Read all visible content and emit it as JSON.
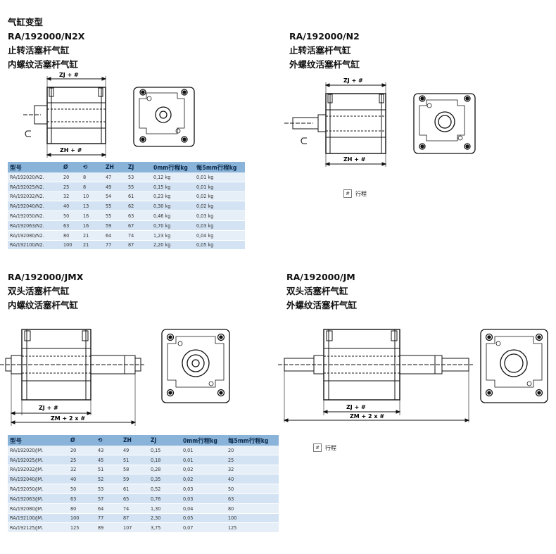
{
  "section1": {
    "title_lines": [
      "气缸变型",
      "RA/192000/N2X",
      "止转活塞杆气缸",
      "内螺纹活塞杆气缸"
    ],
    "dim_zj": "ZJ + #",
    "dim_zh": "ZH + #"
  },
  "section2": {
    "title_lines": [
      "RA/192000/N2",
      "止转活塞杆气缸",
      "外螺纹活塞杆气缸"
    ],
    "dim_zj": "ZJ + #",
    "dim_zh": "ZH + #",
    "legend_symbol": "#",
    "legend_text": "行程"
  },
  "section3": {
    "title_lines": [
      "RA/192000/JMX",
      "双头活塞杆气缸",
      "内螺纹活塞杆气缸"
    ],
    "dim_zj": "ZJ + #",
    "dim_zm": "ZM + 2 x #"
  },
  "section4": {
    "title_lines": [
      "RA/192000/JM",
      "双头活塞杆气缸",
      "外螺纹活塞杆气缸"
    ],
    "dim_zj": "ZJ + #",
    "dim_zm": "ZM + 2 x #",
    "legend_symbol": "#",
    "legend_text": "行程"
  },
  "table1": {
    "headers": [
      "型号",
      "Ø",
      "⟲",
      "ZH",
      "ZJ",
      "0mm行程kg",
      "每5mm行程kg"
    ],
    "rows": [
      [
        "RA/192020/N2.",
        "20",
        "8",
        "47",
        "53",
        "0,12 kg",
        "0,01 kg"
      ],
      [
        "RA/192025/N2.",
        "25",
        "8",
        "49",
        "55",
        "0,15 kg",
        "0,01 kg"
      ],
      [
        "RA/192032/N2.",
        "32",
        "10",
        "54",
        "61",
        "0,23 kg",
        "0,02 kg"
      ],
      [
        "RA/192040/N2.",
        "40",
        "13",
        "55",
        "62",
        "0,30 kg",
        "0,02 kg"
      ],
      [
        "RA/192050/N2.",
        "50",
        "16",
        "55",
        "63",
        "0,46 kg",
        "0,03 kg"
      ],
      [
        "RA/192063/N2.",
        "63",
        "16",
        "59",
        "67",
        "0,70 kg",
        "0,03 kg"
      ],
      [
        "RA/192080/N2.",
        "80",
        "21",
        "64",
        "74",
        "1,23 kg",
        "0,04 kg"
      ],
      [
        "RA/192100/N2.",
        "100",
        "21",
        "77",
        "87",
        "2,20 kg",
        "0,05 kg"
      ]
    ]
  },
  "table2": {
    "headers": [
      "型号",
      "Ø",
      "⟲",
      "ZH",
      "ZJ",
      "0mm行程kg",
      "每5mm行程kg"
    ],
    "rows": [
      [
        "RA/192020/JM.",
        "20",
        "43",
        "49",
        "0,15",
        "0,01",
        "20"
      ],
      [
        "RA/192025/JM.",
        "25",
        "45",
        "51",
        "0,18",
        "0,01",
        "25"
      ],
      [
        "RA/192032/JM.",
        "32",
        "51",
        "58",
        "0,28",
        "0,02",
        "32"
      ],
      [
        "RA/192040/JM.",
        "40",
        "52",
        "59",
        "0,35",
        "0,02",
        "40"
      ],
      [
        "RA/192050/JM.",
        "50",
        "53",
        "61",
        "0,52",
        "0,03",
        "50"
      ],
      [
        "RA/192063/JM.",
        "63",
        "57",
        "65",
        "0,76",
        "0,03",
        "63"
      ],
      [
        "RA/192080/JM.",
        "80",
        "64",
        "74",
        "1,30",
        "0,04",
        "80"
      ],
      [
        "RA/192100/JM.",
        "100",
        "77",
        "87",
        "2,30",
        "0,05",
        "100"
      ],
      [
        "RA/192125/JM.",
        "125",
        "89",
        "107",
        "3,75",
        "0,07",
        "125"
      ]
    ]
  }
}
